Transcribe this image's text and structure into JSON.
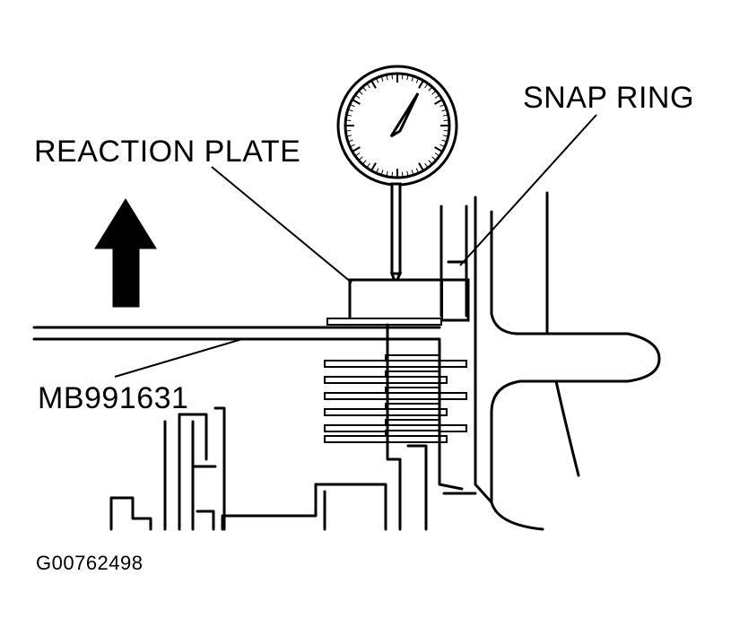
{
  "labels": {
    "snap_ring": "SNAP RING",
    "reaction_plate": "REACTION PLATE",
    "special_tool": "MB991631",
    "figure_code": "G00762498"
  },
  "icons": {
    "arrow": "up-arrow-icon",
    "gauge": "dial-gauge-icon"
  },
  "colors": {
    "ink": "#000000",
    "background": "#ffffff"
  }
}
